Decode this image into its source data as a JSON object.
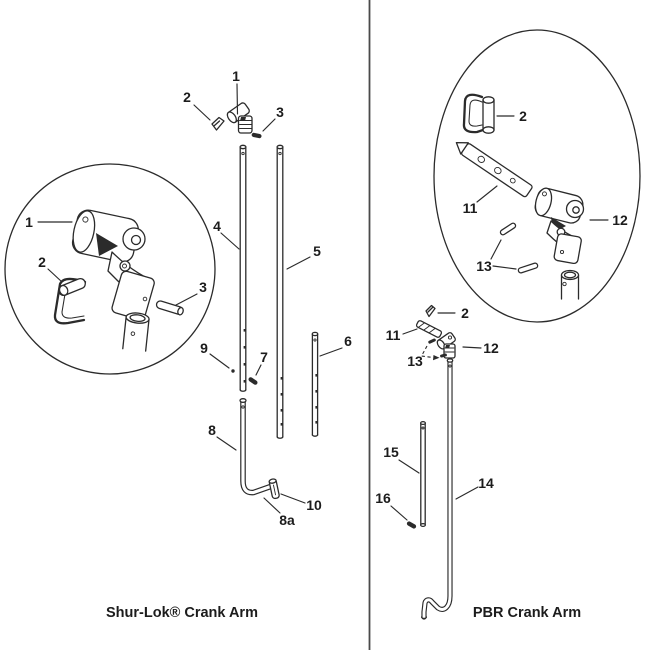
{
  "diagram": {
    "left": {
      "caption": "Shur-Lok® Crank Arm",
      "callouts": {
        "top_head": "1",
        "top_clip": "2",
        "top_pin": "3",
        "detail_head": "1",
        "detail_handle": "2",
        "detail_pin": "3",
        "rod_upper": "4",
        "rod_full": "5",
        "rod_extension": "6",
        "pin_mid": "7",
        "crank_lower": "8",
        "crank_grip": "8a",
        "hole": "9",
        "grip_pin": "10"
      }
    },
    "right": {
      "caption": "PBR Crank Arm",
      "callouts": {
        "detail_handle": "2",
        "detail_link": "11",
        "detail_joint": "12",
        "detail_pins": "13",
        "mid_clip": "2",
        "mid_link": "11",
        "mid_joint": "12",
        "mid_pins": "13",
        "rod_main": "14",
        "rod_extension": "15",
        "pin": "16"
      }
    }
  }
}
